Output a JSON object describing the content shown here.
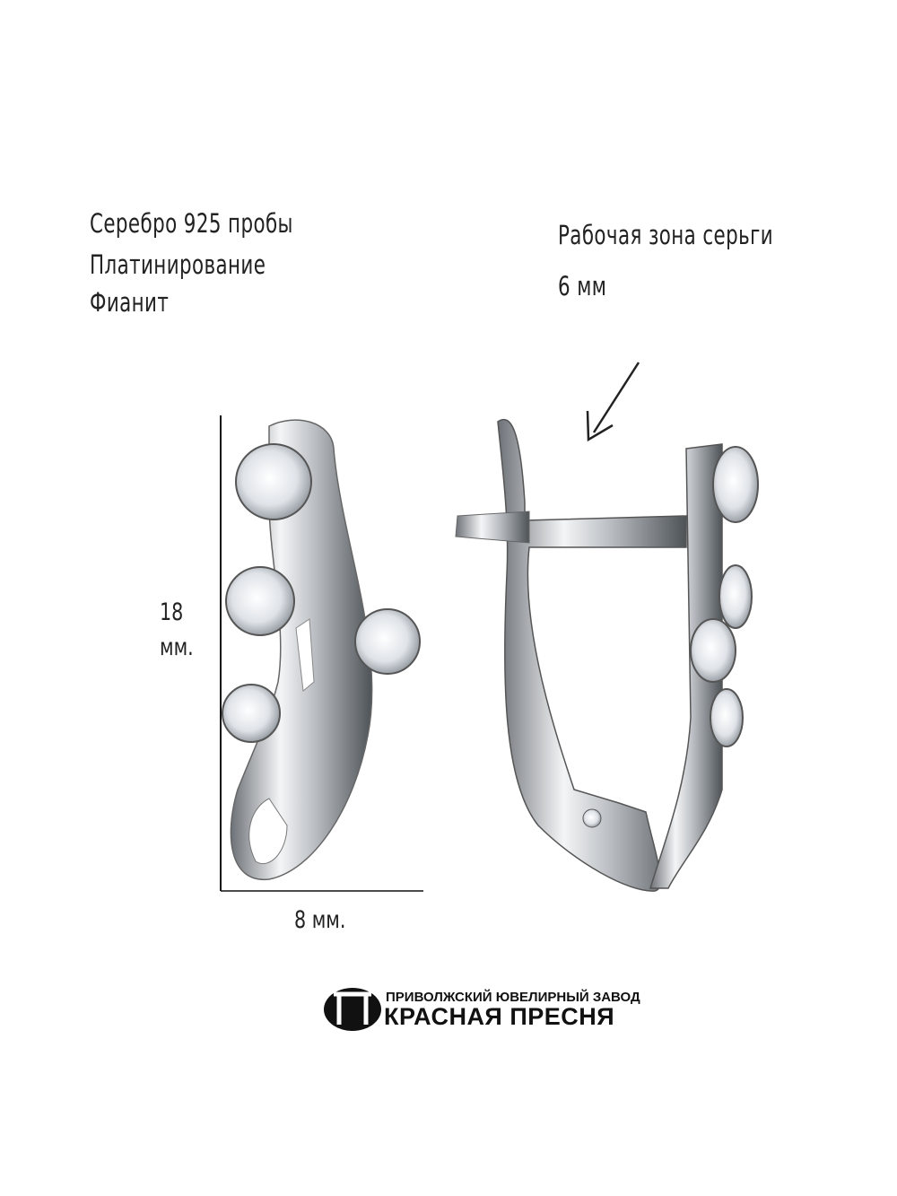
{
  "specs": {
    "material": "Серебро 925 пробы",
    "coating": "Платинирование",
    "stone": "Фианит"
  },
  "working_zone": {
    "label": "Рабочая зона серьги",
    "value": "6 мм"
  },
  "dimensions": {
    "height_value": "18",
    "height_unit": "мм.",
    "width": "8 мм."
  },
  "brand": {
    "line1": "ПРИВОЛЖСКИЙ ЮВЕЛИРНЫЙ ЗАВОД",
    "line2": "КРАСНАЯ ПРЕСНЯ"
  }
}
